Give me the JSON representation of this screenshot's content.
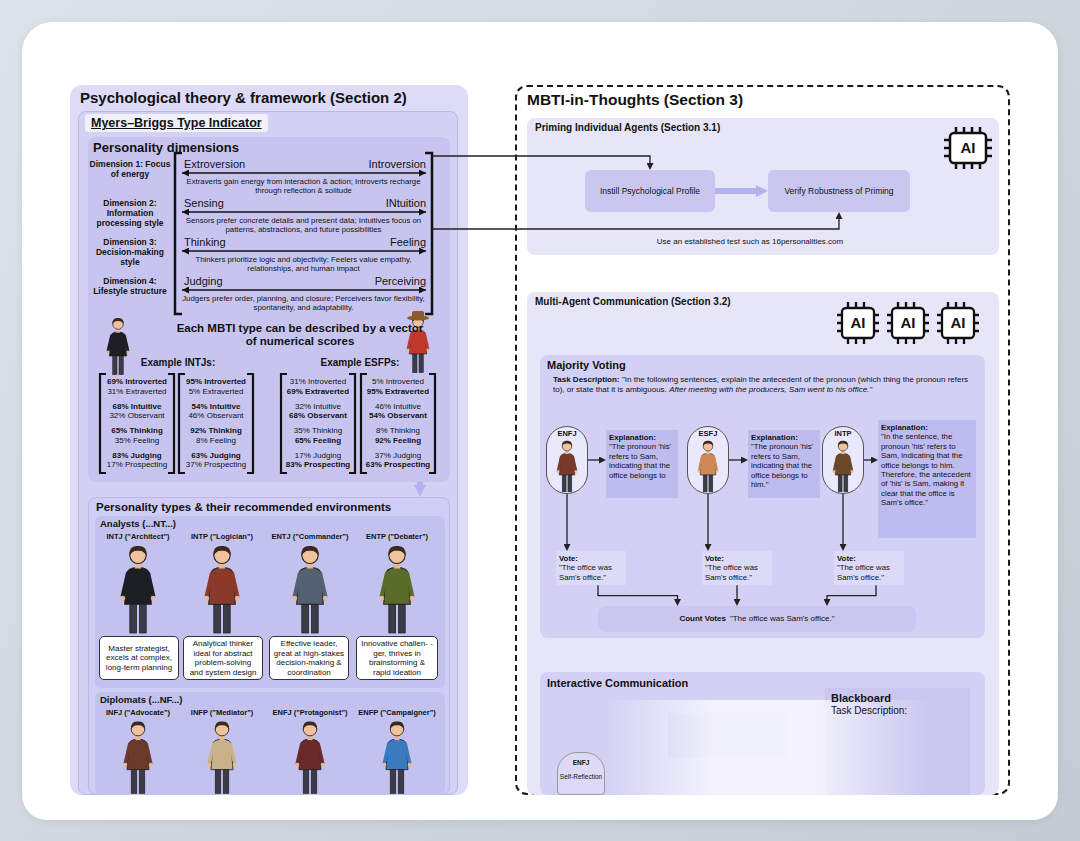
{
  "diagram": {
    "nodes": [
      {
        "text": [
          "Psychological theory & framework (Section 2)"
        ]
      },
      {
        "text": [
          "Myers–Briggs Type Indicator"
        ],
        "in": 0
      },
      {
        "text": [
          "Personality dimensions"
        ],
        "in": 1
      },
      {
        "text": [
          "Personality types & their recommended environments"
        ],
        "in": 1
      },
      {
        "text": [
          "Analysts (...NT...)"
        ],
        "in": 3
      },
      {
        "text": [
          "Master strategist, excels at complex, long-term planning"
        ],
        "in": 4
      },
      {
        "text": [
          "Analytical thinker ideal for abstract problem-solving and system design"
        ],
        "in": 4
      },
      {
        "text": [
          "Effective leader, great at high-stakes decision-making & coordination"
        ],
        "in": 4
      },
      {
        "text": [
          "Innovative challen- -ger, thrives in brainstorming & rapid ideation"
        ],
        "in": 4
      },
      {
        "text": [
          "Diplomats (...NF...)"
        ],
        "in": 3
      },
      {
        "text": [
          "MBTI-in-Thoughts (Section 3)"
        ]
      },
      {
        "text": [
          "Priming Individual Agents (Section 3.1)"
        ],
        "in": 10
      },
      {
        "text": [
          "Instill Psychological Profile"
        ],
        "in": 11
      },
      {
        "text": [
          "Verify Robustness of Priming"
        ],
        "in": 11
      },
      {
        "text": [
          "Multi-Agent Communication (Section 3.2)"
        ],
        "in": 10
      },
      {
        "text": [
          "Majority Voting"
        ],
        "in": 14
      },
      {
        "text": [
          "ENFJ"
        ],
        "in": 15
      },
      {
        "text": [
          "Explanation:",
          "\"The pronoun 'his' refers to Sam, indicating that the office belongs to"
        ],
        "in": 15
      },
      {
        "text": [
          "ESFJ"
        ],
        "in": 15
      },
      {
        "text": [
          "Explanation:",
          "\"The pronoun 'his' refers to Sam, indicating that the office belongs to him.\""
        ],
        "in": 15
      },
      {
        "text": [
          "INTP"
        ],
        "in": 15
      },
      {
        "text": [
          "Explanation:",
          "\"In the sentence, the pronoun 'his' refers to Sam, indicating that the office belongs to him. Therefore, the antecedent of 'his' is Sam, making it clear that the office is Sam's office.\""
        ],
        "in": 15
      },
      {
        "text": [
          "Vote:",
          "\"The office was Sam's office.\""
        ],
        "in": 15
      },
      {
        "text": [
          "Vote:",
          "\"The office was Sam's office.\""
        ],
        "in": 15
      },
      {
        "text": [
          "Vote:",
          "\"The office was Sam's office.\""
        ],
        "in": 15
      },
      {
        "text": [
          "Count Votes",
          "\"The office was Sam's office.\""
        ],
        "in": 15
      },
      {
        "text": [
          "Interactive Communication"
        ],
        "in": 14
      },
      {
        "text": [
          "Blackboard",
          "Task Description:"
        ],
        "in": 26
      },
      {
        "text": [
          "ENFJ",
          "Self-Reflection"
        ],
        "in": 26
      }
    ],
    "edges": [
      {
        "from": 2,
        "to": 12,
        "arrow": "to"
      },
      {
        "from": 2,
        "to": 13,
        "arrow": "to"
      },
      {
        "from": 12,
        "to": 13,
        "arrow": "to"
      },
      {
        "from": 2,
        "to": 3,
        "arrow": "to"
      },
      {
        "from": 16,
        "to": 17,
        "arrow": "to"
      },
      {
        "from": 16,
        "to": 22,
        "arrow": "to"
      },
      {
        "from": 18,
        "to": 19,
        "arrow": "to"
      },
      {
        "from": 18,
        "to": 23,
        "arrow": "to"
      },
      {
        "from": 20,
        "to": 21,
        "arrow": "to"
      },
      {
        "from": 20,
        "to": 24,
        "arrow": "to"
      },
      {
        "from": 22,
        "to": 25,
        "arrow": "to"
      },
      {
        "from": 23,
        "to": 25,
        "arrow": "to"
      },
      {
        "from": 24,
        "to": 25,
        "arrow": "to"
      }
    ],
    "labels": [
      "Dimension 1: Focus of energy",
      "Extroversion",
      "Introversion",
      "Extraverts gain energy from interaction & action; Introverts recharge through reflection & solitude",
      "Dimension 2: Information processing style",
      "Sensing",
      "INtuition",
      "Sensors prefer concrete details and present data; Intuitives focus on patterns, abstractions, and future possibilities",
      "Dimension 3: Decision-making style",
      "Thinking",
      "Feeling",
      "Thinkers prioritize logic and objectivity; Feelers value empathy, relationships, and human impact",
      "Dimension 4: Lifestyle structure",
      "Judging",
      "Perceiving",
      "Judgers prefer order, planning, and closure; Perceivers favor flexibility, spontaneity, and adaptability.",
      "Each MBTI type can be described by a vector of numerical scores",
      "Example INTJs:",
      "Example ESFPs:",
      "69% Introverted",
      "31% Extraverted",
      "68% Intuitive",
      "32% Observant",
      "65% Thinking",
      "35% Feeling",
      "83% Judging",
      "17% Prospecting",
      "95% Introverted",
      "5% Extraverted",
      "54% Intuitive",
      "46% Observant",
      "92% Thinking",
      "8% Feeling",
      "63% Judging",
      "37% Prospecting",
      "31% Introverted",
      "69% Extraverted",
      "32% Intuitive",
      "68% Observant",
      "35% Thinking",
      "65% Feeling",
      "17% Judging",
      "83% Prospecting",
      "5% Introverted",
      "95% Extraverted",
      "46% Intuitive",
      "54% Observant",
      "8% Thinking",
      "92% Feeling",
      "37% Judging",
      "63% Prospecting",
      "INTJ (\"Architect\")",
      "INTP (\"Logician\")",
      "ENTJ (\"Commander\")",
      "ENTP (\"Debater\")",
      "INFJ (\"Advocate\")",
      "INFP (\"Mediator\")",
      "ENFJ (\"Protagonist\")",
      "ENFP (\"Campaigner\")",
      "AI",
      "Use an established test such as 16personalities.com",
      "AI",
      "AI",
      "AI",
      "Task Description:",
      "\"In the following sentences, explain the antecedent of the pronoun (which thing the pronoun refers to), or state that it is ambiguous.",
      "After meeting with the producers, Sam went to his office.\""
    ]
  }
}
